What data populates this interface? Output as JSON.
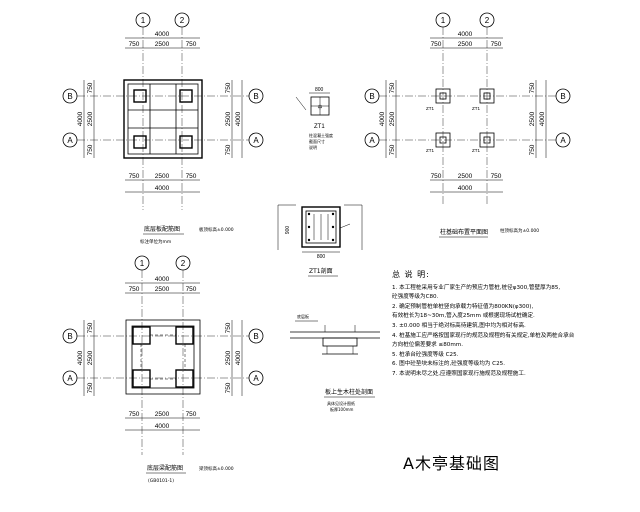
{
  "axes": {
    "a1": "1",
    "a2": "2",
    "b": "B",
    "a": "A"
  },
  "dims": {
    "d750": "750",
    "d4000": "4000",
    "d2500": "2500",
    "d800": "800",
    "d900": "900"
  },
  "plans": {
    "p1": {
      "title": "底层板配筋图",
      "sub": "标注单位为mm",
      "note": "板顶标高±0.000"
    },
    "p2": {
      "title": "柱基础布置平面图",
      "note": "柱顶标高为±0.000"
    },
    "p3": {
      "title": "底层梁配筋图",
      "sub": "(GB0101-1)",
      "note": "梁顶标高±0.000"
    }
  },
  "details": {
    "zt1": {
      "label": "ZT1",
      "sub1": "柱混凝土强度",
      "sub2": "截面尺寸",
      "sub3": "说明"
    },
    "zt1_section": {
      "label": "ZT1剖面"
    },
    "slab_joint": {
      "label": "板上生木柱处剖面",
      "sub1": "底层板",
      "sub2": "具体见设计图纸",
      "sub3": "板厚100mm"
    },
    "col_tag": "ZT1",
    "col_center": "中"
  },
  "notes": {
    "title": "总 说 明:",
    "lines": [
      "1.  本工程桩采用专业厂家生产的预应力管桩,桩径φ300,管壁厚为85,",
      "     砼强度等级为C80.",
      "2.  确定预制管桩单桩竖向承载力特征值为800KN(φ300),",
      "     有效桩长为18~30m,管入度25mm 或根据现场试桩确定.",
      "3.  ±0.000 相当于绝对标高待建筑,图中均为相对标高.",
      "4.  桩基施工应严格按国家现行的规范及规程的有关规定,单桩及两桩合承台",
      "     方向桩位偏差要求 ≤80mm.",
      "5.  桩承台砼强度等级 C25.",
      "6.  图中砼垫块未标注的,砼强度等级均为 C25.",
      "7.  本说明未尽之处,应遵照国家现行施规范及规程施工."
    ]
  },
  "main_title": "A木亭基础图"
}
